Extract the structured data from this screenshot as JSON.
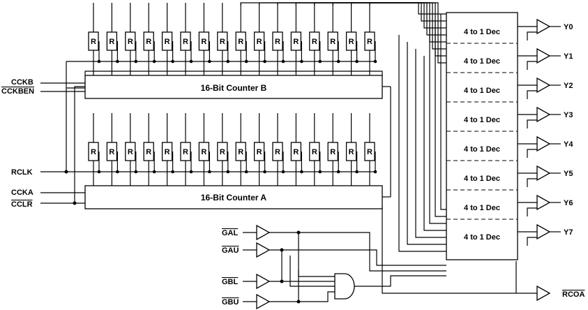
{
  "counter_b": {
    "label": "16-Bit Counter B"
  },
  "counter_a": {
    "label": "16-Bit Counter A"
  },
  "register_label": "R",
  "decoder_label": "4 to 1 Dec",
  "inputs": {
    "cckb": "CCKB",
    "cckben": "CCKBEN",
    "rclk": "RCLK",
    "ccka": "CCKA",
    "cclr": "CCLR",
    "gal": "GAL",
    "gau": "GAU",
    "gbl": "GBL",
    "gbu": "GBU"
  },
  "outputs": [
    "Y0",
    "Y1",
    "Y2",
    "Y3",
    "Y4",
    "Y5",
    "Y6",
    "Y7"
  ],
  "rcoa": "RCOA"
}
